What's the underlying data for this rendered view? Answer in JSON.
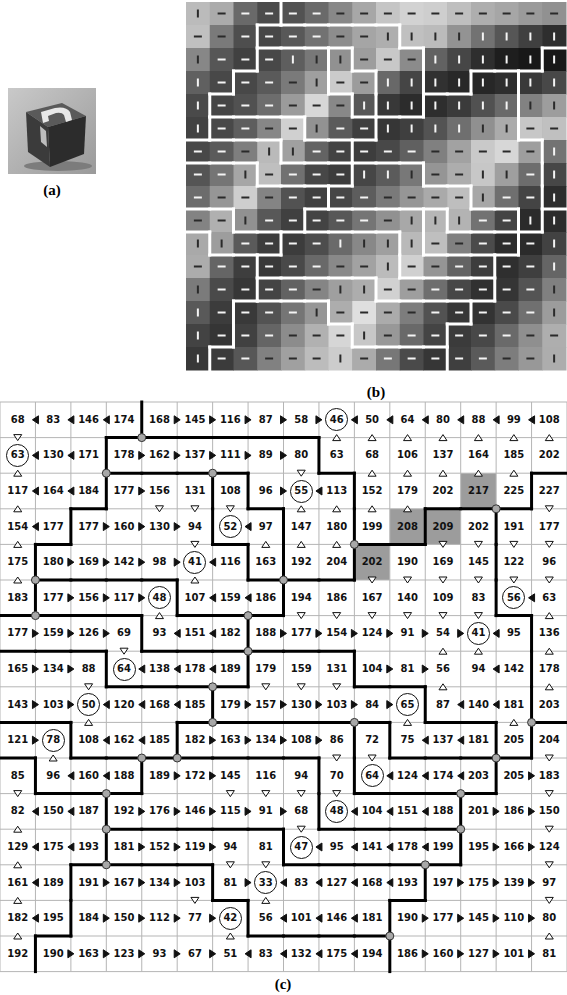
{
  "diagram": {
    "nodes": [
      {
        "text": [
          "46"
        ]
      },
      {
        "text": [
          "63"
        ]
      },
      {
        "text": [
          "55"
        ]
      },
      {
        "text": [
          "52"
        ]
      },
      {
        "text": [
          "41"
        ]
      },
      {
        "text": [
          "48"
        ]
      },
      {
        "text": [
          "56"
        ]
      },
      {
        "text": [
          "41"
        ]
      },
      {
        "text": [
          "64"
        ]
      },
      {
        "text": [
          "50"
        ]
      },
      {
        "text": [
          "65"
        ]
      },
      {
        "text": [
          "78"
        ]
      },
      {
        "text": [
          "64"
        ]
      },
      {
        "text": [
          "48"
        ]
      },
      {
        "text": [
          "47"
        ]
      },
      {
        "text": [
          "33"
        ]
      },
      {
        "text": [
          "42"
        ]
      }
    ],
    "labels": [
      "(a)",
      "(b)",
      "68",
      "83",
      "146",
      "174",
      "168",
      "145",
      "116",
      "87",
      "58",
      "50",
      "64",
      "80",
      "88",
      "99",
      "108",
      "130",
      "171",
      "178",
      "162",
      "137",
      "111",
      "89",
      "80",
      "63",
      "68",
      "106",
      "137",
      "164",
      "185",
      "202",
      "117",
      "164",
      "184",
      "177",
      "156",
      "131",
      "108",
      "96",
      "113",
      "152",
      "179",
      "202",
      "217",
      "225",
      "227",
      "154",
      "177",
      "177",
      "160",
      "130",
      "94",
      "97",
      "147",
      "180",
      "199",
      "208",
      "209",
      "202",
      "191",
      "177",
      "175",
      "180",
      "169",
      "142",
      "98",
      "116",
      "163",
      "192",
      "204",
      "202",
      "190",
      "169",
      "145",
      "122",
      "96",
      "183",
      "177",
      "156",
      "117",
      "107",
      "159",
      "186",
      "194",
      "186",
      "167",
      "140",
      "109",
      "83",
      "63",
      "177",
      "159",
      "126",
      "69",
      "93",
      "151",
      "182",
      "188",
      "177",
      "154",
      "124",
      "91",
      "54",
      "95",
      "136",
      "165",
      "134",
      "88",
      "138",
      "178",
      "189",
      "179",
      "159",
      "131",
      "104",
      "81",
      "56",
      "94",
      "142",
      "178",
      "143",
      "103",
      "120",
      "168",
      "185",
      "179",
      "157",
      "130",
      "103",
      "84",
      "87",
      "140",
      "181",
      "203",
      "121",
      "108",
      "162",
      "185",
      "182",
      "163",
      "134",
      "108",
      "86",
      "72",
      "75",
      "137",
      "181",
      "205",
      "204",
      "85",
      "96",
      "160",
      "188",
      "189",
      "172",
      "145",
      "116",
      "94",
      "70",
      "124",
      "174",
      "203",
      "205",
      "183",
      "82",
      "150",
      "187",
      "192",
      "176",
      "146",
      "115",
      "91",
      "68",
      "104",
      "151",
      "188",
      "201",
      "186",
      "150",
      "129",
      "175",
      "193",
      "181",
      "152",
      "119",
      "94",
      "81",
      "95",
      "141",
      "178",
      "199",
      "195",
      "166",
      "124",
      "161",
      "189",
      "191",
      "167",
      "134",
      "103",
      "81",
      "83",
      "127",
      "168",
      "193",
      "197",
      "175",
      "139",
      "97",
      "182",
      "195",
      "184",
      "150",
      "112",
      "77",
      "56",
      "101",
      "146",
      "181",
      "190",
      "177",
      "145",
      "110",
      "80",
      "192",
      "190",
      "163",
      "123",
      "93",
      "67",
      "51",
      "83",
      "132",
      "175",
      "194",
      "186",
      "160",
      "127",
      "101",
      "81",
      "(c)"
    ]
  }
}
